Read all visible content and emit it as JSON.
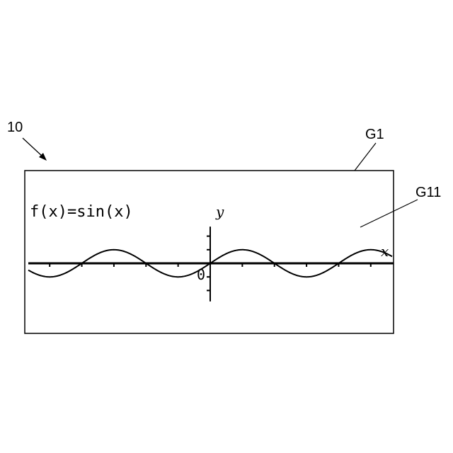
{
  "labels": {
    "device_ref": "10",
    "screen_ref": "G1",
    "graph_ref": "G11",
    "function_label": "f(x)=sin(x)",
    "y_axis": "y",
    "x_axis": "x",
    "origin": "0"
  },
  "chart_data": {
    "type": "line",
    "series": [
      {
        "name": "f(x)=sin(x)",
        "function": "sin(x)",
        "x_range": [
          -8.9,
          8.9
        ]
      }
    ],
    "xlim": [
      -8.9,
      8.9
    ],
    "ylim": [
      -2.7,
      2.7
    ],
    "xlabel": "x",
    "ylabel": "y",
    "grid": false
  }
}
